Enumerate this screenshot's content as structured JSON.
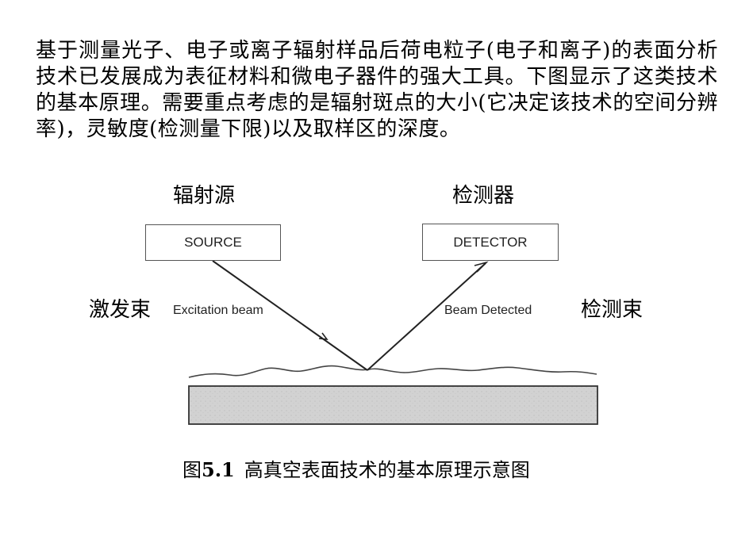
{
  "paragraph": "基于测量光子、电子或离子辐射样品后荷电粒子(电子和离子)的表面分析技术已发展成为表征材料和微电子器件的强大工具。下图显示了这类技术的基本原理。需要重点考虑的是辐射斑点的大小(它决定该技术的空间分辨率)，灵敏度(检测量下限)以及取样区的深度。",
  "diagram": {
    "source_label_zh": "辐射源",
    "detector_label_zh": "检测器",
    "source_box": "SOURCE",
    "detector_box": "DETECTOR",
    "excitation_zh": "激发束",
    "excitation_en": "Excitation beam",
    "detected_zh": "检测束",
    "detected_en": "Beam Detected"
  },
  "caption": {
    "prefix": "图",
    "number": "5.1",
    "text": "高真空表面技术的基本原理示意图"
  },
  "colors": {
    "text": "#000000",
    "line": "#333333",
    "substrate": "#d2d2d2"
  }
}
